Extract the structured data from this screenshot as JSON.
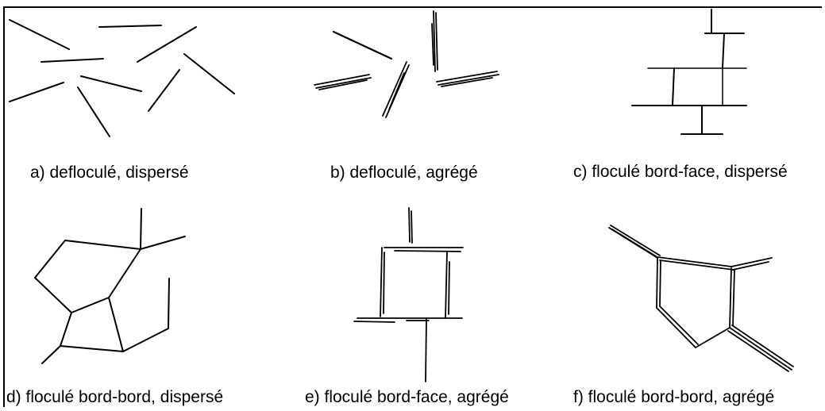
{
  "panels": {
    "a": {
      "caption": "a) defloculé, dispersé"
    },
    "b": {
      "caption": "b) defloculé, agrégé"
    },
    "c": {
      "caption": "c) floculé bord-face, dispersé"
    },
    "d": {
      "caption": "d) floculé bord-bord, dispersé"
    },
    "e": {
      "caption": "e) floculé bord-face, agrégé"
    },
    "f": {
      "caption": "f) floculé bord-bord, agrégé"
    }
  },
  "colors": {
    "line": "#000000",
    "background": "#ffffff"
  }
}
